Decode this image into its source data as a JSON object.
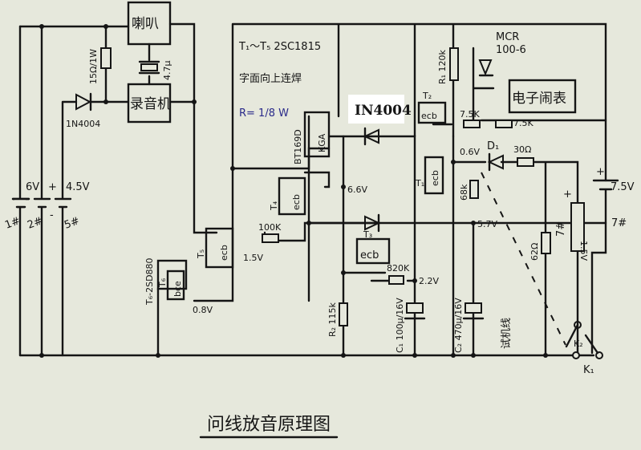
{
  "title": "问线放音原理图",
  "blocks": {
    "speaker": "喇叭",
    "recorder": "录音机",
    "alarm_clock": "电子闹表"
  },
  "notes": {
    "transistors": "T₁～T₅ 2SC1815",
    "solder": "字面向上连焊",
    "resistor_power": "R= 1/8 W"
  },
  "batteries": {
    "b1_label": "1#",
    "b1_voltage": "6V",
    "b2_label": "2#",
    "b5_label": "5#",
    "b5_voltage": "4.5V",
    "b7_label": "7#",
    "b7_voltage": "7.5V",
    "b7b_label": "7#",
    "b7b_voltage": "1.5V",
    "plus": "+",
    "minus": "-"
  },
  "components": {
    "r_speaker": "15Ω/1W",
    "c_speaker": "4.7μ",
    "d_left": "1N4004",
    "scr_left": "BT169D",
    "scr_pins": "KGA",
    "d_mid": "IN4004",
    "t2": "T₂",
    "t2_pins": "ecb",
    "r1": "R₁ 120k",
    "scr_right": "MCR",
    "scr_right_model": "100-6",
    "r_75a": "7.5K",
    "r_75b": "7.5K",
    "d1": "D₁",
    "r_30": "30Ω",
    "v_06": "0.6V",
    "t1": "T₁",
    "t1_pins": "ecb",
    "r_68": "68k",
    "v_57": "5.7V",
    "v_66": "6.6V",
    "t4": "T₄",
    "t4_pins": "ecb",
    "t5": "T₅",
    "t5_pins": "ecb",
    "r_100": "100K",
    "v_15": "1.5V",
    "t6": "T₆",
    "t6_pins": "bce",
    "v_08": "0.8V",
    "t6_model": "T₆-2SD880",
    "t3": "T₃",
    "t3_pins": "ecb",
    "r_820": "820K",
    "v_22": "2.2V",
    "r2": "R₂ 115k",
    "c1": "C₁ 100μ/16V",
    "c2": "C₂ 470μ/16V",
    "test_wire": "试机线",
    "r_62": "62Ω",
    "k1": "K₁",
    "k2": "K₂"
  }
}
